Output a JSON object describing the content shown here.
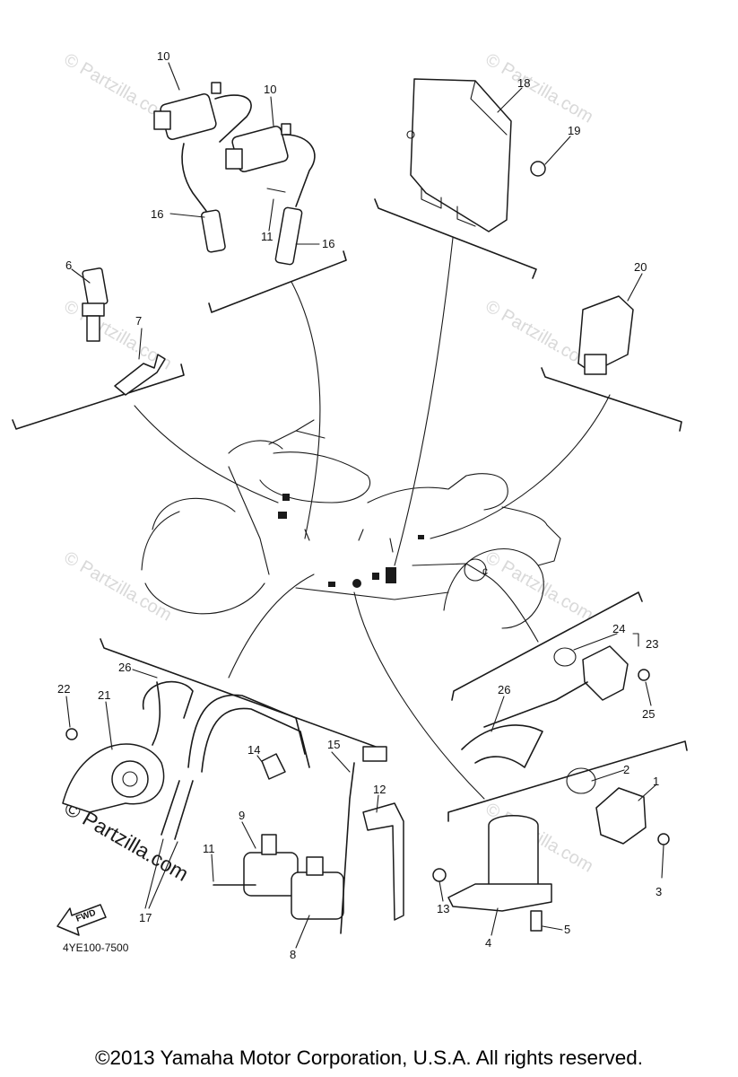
{
  "diagram": {
    "part_numbers": {
      "n1": "1",
      "n2": "2",
      "n3": "3",
      "n4": "4",
      "n5": "5",
      "n6": "6",
      "n7": "7",
      "n8": "8",
      "n9": "9",
      "n10a": "10",
      "n10b": "10",
      "n11a": "11",
      "n11b": "11",
      "n12": "12",
      "n13": "13",
      "n14": "14",
      "n15": "15",
      "n16a": "16",
      "n16b": "16",
      "n17": "17",
      "n18": "18",
      "n19": "19",
      "n20": "20",
      "n21": "21",
      "n22": "22",
      "n23": "23",
      "n24": "24",
      "n25": "25",
      "n26a": "26",
      "n26b": "26"
    },
    "diagram_code": "4YE100-7500",
    "fwd_label": "FWD",
    "bike_marker": "c"
  },
  "watermark": {
    "text": "© Partzilla.com",
    "prominent_text": "© Partzilla.com"
  },
  "footer": {
    "copyright": "©2013  Yamaha Motor Corporation, U.S.A. All rights reserved."
  }
}
